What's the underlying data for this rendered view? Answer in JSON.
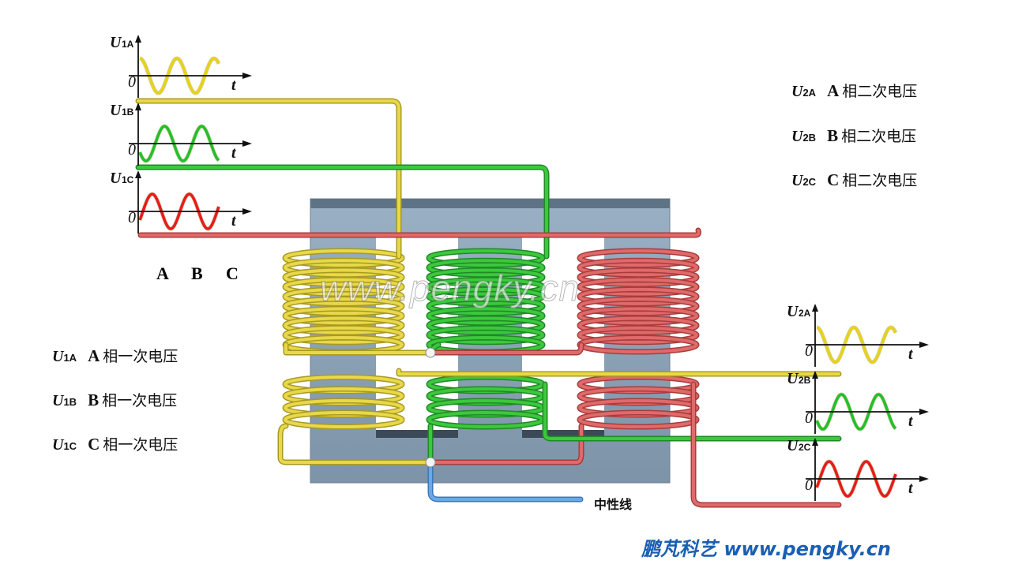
{
  "waveforms": {
    "primary": [
      {
        "name": "U",
        "sub": "1A",
        "phase_deg": 0,
        "color": "#e6d21a"
      },
      {
        "name": "U",
        "sub": "1B",
        "phase_deg": 120,
        "color": "#22c02a"
      },
      {
        "name": "U",
        "sub": "1C",
        "phase_deg": 240,
        "color": "#e81c1c"
      }
    ],
    "secondary": [
      {
        "name": "U",
        "sub": "2A",
        "phase_deg": 0,
        "color": "#e6d21a"
      },
      {
        "name": "U",
        "sub": "2B",
        "phase_deg": 120,
        "color": "#22c02a"
      },
      {
        "name": "U",
        "sub": "2C",
        "phase_deg": 240,
        "color": "#e81c1c"
      }
    ],
    "origin_label": "0",
    "time_label": "t"
  },
  "phase_letters": [
    "A",
    "B",
    "C"
  ],
  "primary_legend": [
    {
      "u": "U",
      "sub": "1A",
      "phase": "A",
      "text": "相一次电压"
    },
    {
      "u": "U",
      "sub": "1B",
      "phase": "B",
      "text": "相一次电压"
    },
    {
      "u": "U",
      "sub": "1C",
      "phase": "C",
      "text": "相一次电压"
    }
  ],
  "secondary_legend": [
    {
      "u": "U",
      "sub": "2A",
      "phase": "A",
      "text": "相二次电压"
    },
    {
      "u": "U",
      "sub": "2B",
      "phase": "B",
      "text": "相二次电压"
    },
    {
      "u": "U",
      "sub": "2C",
      "phase": "C",
      "text": "相二次电压"
    }
  ],
  "neutral_label": "中性线",
  "watermark": "www.pengky.cn",
  "footer": "鹏芃科艺 www.pengky.cn",
  "colors": {
    "core": "#8aa0b4",
    "yellow": "#e8d84a",
    "green": "#3cc83c",
    "red": "#e06a6a",
    "blue": "#6aa8e8"
  }
}
